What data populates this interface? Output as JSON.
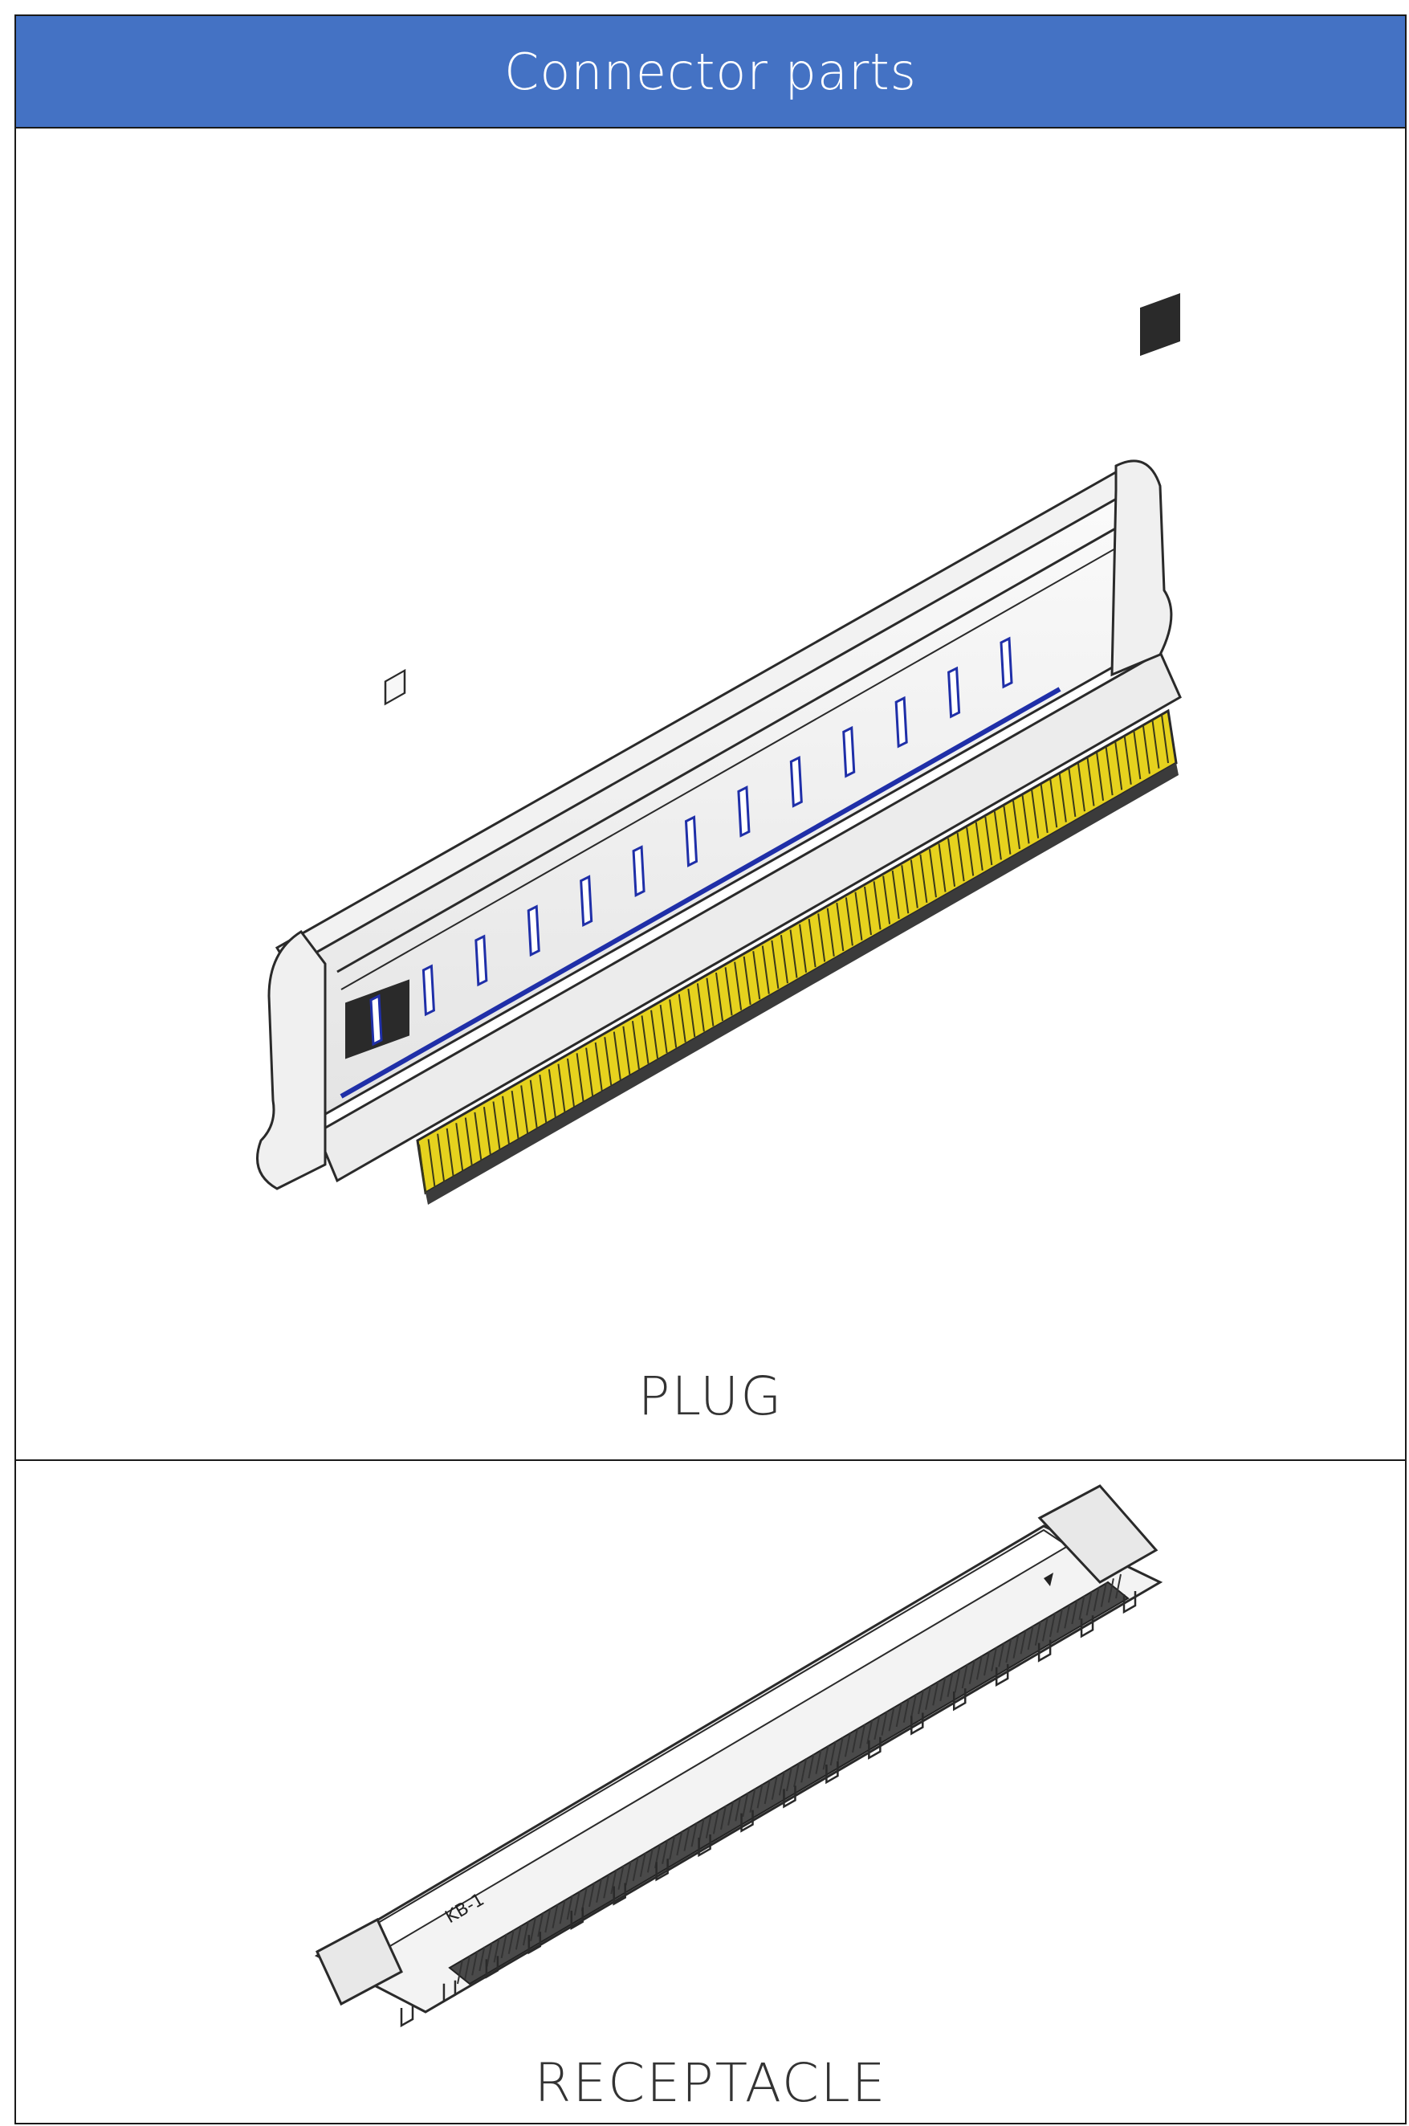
{
  "header": {
    "title": "Connector parts"
  },
  "sections": {
    "plug": {
      "caption": "PLUG"
    },
    "receptacle": {
      "caption": "RECEPTACLE",
      "marking": "KB-1"
    }
  },
  "colors": {
    "header_bg": "#4472c4",
    "header_text": "#ffffff",
    "contact_gold": "#e6d21e",
    "accent_blue": "#1f2fa8"
  }
}
